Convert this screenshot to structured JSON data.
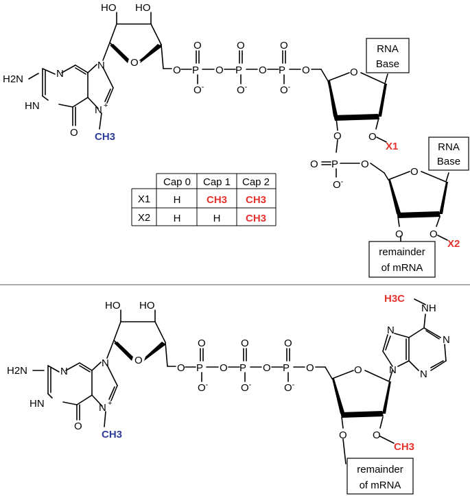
{
  "atoms": {
    "HO": "HO",
    "H2N": "H2N",
    "HN": "HN",
    "NH": "NH",
    "N": "N",
    "O": "O",
    "P": "P",
    "plus": "+",
    "minus": "-",
    "H3C": "H3C",
    "CH3": "CH3",
    "X1": "X1",
    "X2": "X2"
  },
  "boxes": {
    "rna_base": [
      "RNA",
      "Base"
    ],
    "remainder": [
      "remainder",
      "of mRNA"
    ]
  },
  "table": {
    "headers": [
      "",
      "Cap 0",
      "Cap 1",
      "Cap 2"
    ],
    "rows": [
      [
        "X1",
        "H",
        "CH3",
        "CH3"
      ],
      [
        "X2",
        "H",
        "H",
        "CH3"
      ]
    ]
  },
  "colors": {
    "methyl_blue": "#2e3c9c",
    "methyl_red": "#e5322d"
  }
}
